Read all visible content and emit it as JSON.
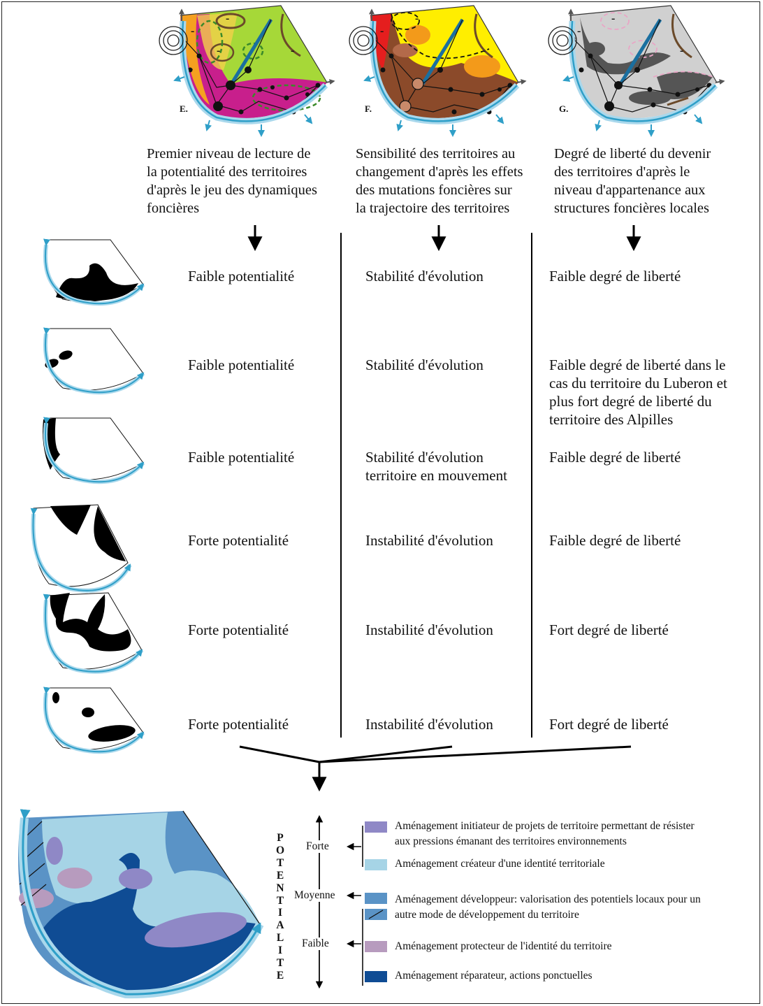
{
  "maps": [
    {
      "label": "E.",
      "minus": [
        "-",
        "-",
        "-",
        "-",
        "-"
      ]
    },
    {
      "label": "F.",
      "minus": [
        "-",
        "-",
        "-"
      ]
    },
    {
      "label": "G.",
      "minus": [
        "-",
        "-",
        "-"
      ]
    }
  ],
  "headings": [
    {
      "lines": [
        "Premier niveau de lecture de",
        "la potentialité des territoires",
        "d'après le jeu des dynamiques",
        "foncières"
      ]
    },
    {
      "lines": [
        "Sensibilité des territoires au",
        "changement d'après les effets",
        "des mutations foncières sur",
        "la trajectoire des territoires"
      ]
    },
    {
      "lines": [
        "Degré de liberté du devenir",
        "des territoires d'après le",
        "niveau d'appartenance aux",
        "structures foncières locales"
      ]
    }
  ],
  "rows": [
    {
      "potentialite": "Faible potentialité",
      "evolution": [
        "Stabilité d'évolution"
      ],
      "liberte": [
        "Faible degré de liberté"
      ]
    },
    {
      "potentialite": "Faible potentialité",
      "evolution": [
        "Stabilité d'évolution"
      ],
      "liberte": [
        "Faible degré de liberté dans le",
        "cas du territoire du Luberon et",
        "plus fort degré de liberté du",
        "territoire des Alpilles"
      ]
    },
    {
      "potentialite": "Faible potentialité",
      "evolution": [
        "Stabilité d'évolution",
        "territoire en mouvement"
      ],
      "liberte": [
        "Faible degré de liberté"
      ]
    },
    {
      "potentialite": "Forte potentialité",
      "evolution": [
        "Instabilité d'évolution"
      ],
      "liberte": [
        "Faible degré de liberté"
      ]
    },
    {
      "potentialite": "Forte potentialité",
      "evolution": [
        "Instabilité d'évolution"
      ],
      "liberte": [
        "Fort degré de liberté"
      ]
    },
    {
      "potentialite": "Forte potentialité",
      "evolution": [
        "Instabilité d'évolution"
      ],
      "liberte": [
        "Fort degré de liberté"
      ]
    }
  ],
  "scale": {
    "title_letters": [
      "P",
      "O",
      "T",
      "E",
      "N",
      "T",
      "I",
      "A",
      "L",
      "I",
      "T",
      "E"
    ],
    "levels": {
      "forte": "Forte",
      "moyenne": "Moyenne",
      "faible": "Faible"
    }
  },
  "legend": [
    {
      "color": "#8f88c6",
      "lines": [
        "Aménagement initiateur de projets de territoire permettant de résister",
        "aux pressions émanant des territoires environnements"
      ]
    },
    {
      "color": "#a6d4e6",
      "lines": [
        "Aménagement créateur d'une identité territoriale"
      ]
    },
    {
      "color": "#5a93c6",
      "lines": [
        "Aménagement développeur: valorisation des potentiels locaux pour un",
        "autre mode de développement du territoire"
      ]
    },
    {
      "color": "#b79bbe",
      "lines": [
        "Aménagement protecteur de l'identité du territoire"
      ]
    },
    {
      "color": "#0f4c94",
      "lines": [
        "Aménagement réparateur, actions ponctuelles"
      ]
    }
  ],
  "colors": {
    "river": "#2f9fc8",
    "river_glow": "#a9d8ec",
    "ink": "#000000"
  }
}
